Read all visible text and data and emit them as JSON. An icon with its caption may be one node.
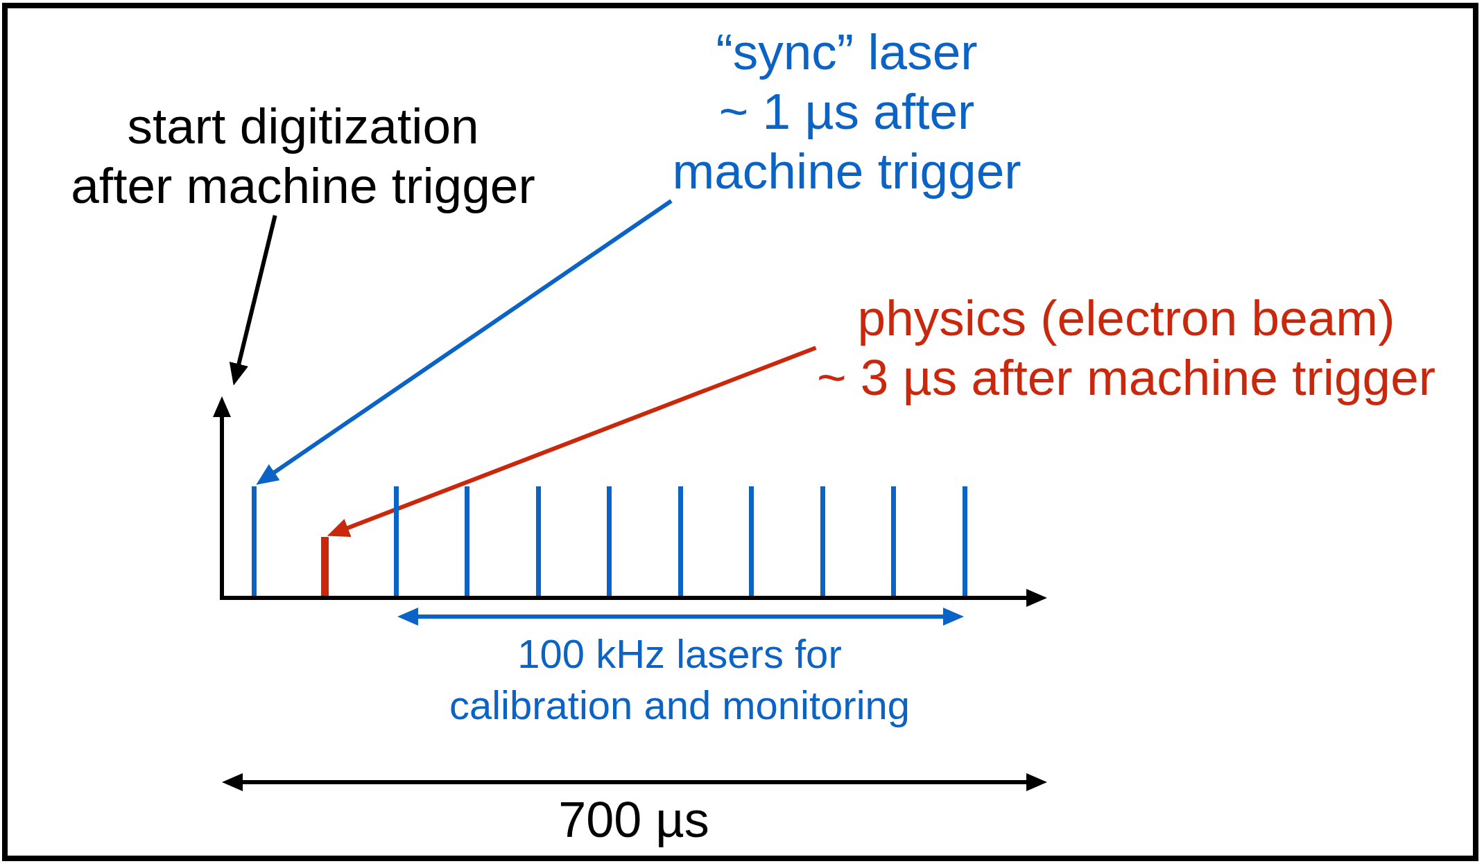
{
  "diagram": {
    "nodes": [
      {
        "text": [
          "“sync” laser",
          "~ 1 µs after machine trigger"
        ]
      },
      {
        "text": [
          "start digitization after machine trigger"
        ]
      },
      {
        "text": [
          "physics (electron beam)",
          "~ 3 µs after machine trigger"
        ]
      },
      {
        "text": [],
        "shape": "arrow"
      },
      {
        "text": [],
        "shape": "bar"
      },
      {
        "text": [],
        "shape": "bar"
      },
      {
        "text": [],
        "shape": "bar"
      },
      {
        "text": [],
        "shape": "bar"
      },
      {
        "text": [],
        "shape": "bar"
      },
      {
        "text": [],
        "shape": "bar"
      },
      {
        "text": [],
        "shape": "bar"
      },
      {
        "text": [],
        "shape": "bar"
      },
      {
        "text": [],
        "shape": "bar"
      },
      {
        "text": [],
        "shape": "bar"
      },
      {
        "text": [],
        "shape": "bar"
      }
    ],
    "edges": [
      {
        "from": 0,
        "to": 4,
        "arrow": "to",
        "color": "#0b63c5"
      },
      {
        "from": 1,
        "to": 3,
        "arrow": "to",
        "color": "#000000"
      },
      {
        "from": 2,
        "to": 5,
        "arrow": "to",
        "color": "#c9280c"
      }
    ],
    "labels": [
      "100 kHz lasers for calibration and monitoring",
      "700 µs"
    ]
  }
}
